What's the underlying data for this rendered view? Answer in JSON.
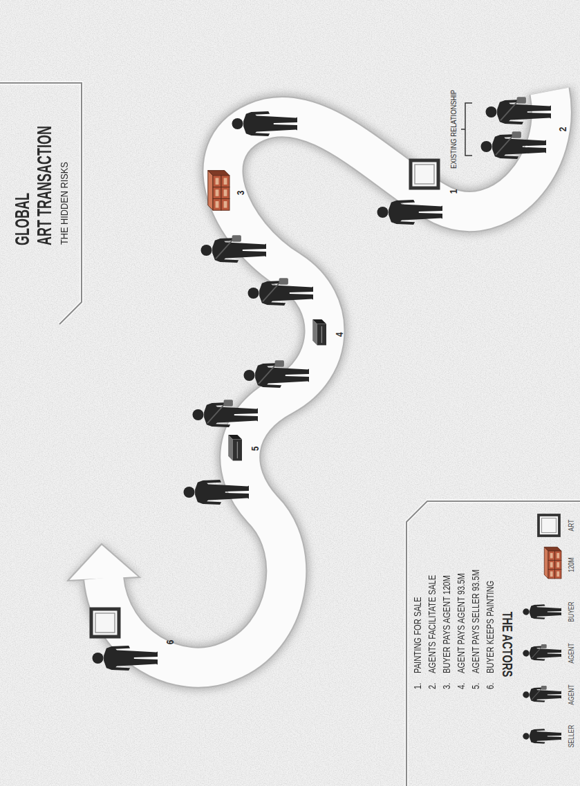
{
  "diagram": {
    "title": "GLOBAL ART TRANSACTION",
    "labels": [
      "THE HIDDEN RISKS",
      "EXISTING RELATIONSHIP",
      "1",
      "2",
      "3",
      "4",
      "5",
      "6",
      "1.",
      "PAINTING FOR SALE",
      "2.",
      "AGENTS FACILITATE SALE",
      "3.",
      "BUYER PAYS AGENT 120M",
      "4.",
      "AGENT PAYS AGENT 93.5M",
      "5.",
      "AGENT PAYS SELLER 93.5M",
      "6.",
      "BUYER KEEPS PAINTING",
      "THE ACTORS"
    ],
    "legend": [
      {
        "text": "SELLER"
      },
      {
        "text": "AGENT"
      },
      {
        "text": "AGENT"
      },
      {
        "text": "BUYER"
      },
      {
        "text": "120M"
      },
      {
        "text": "ART"
      }
    ]
  }
}
